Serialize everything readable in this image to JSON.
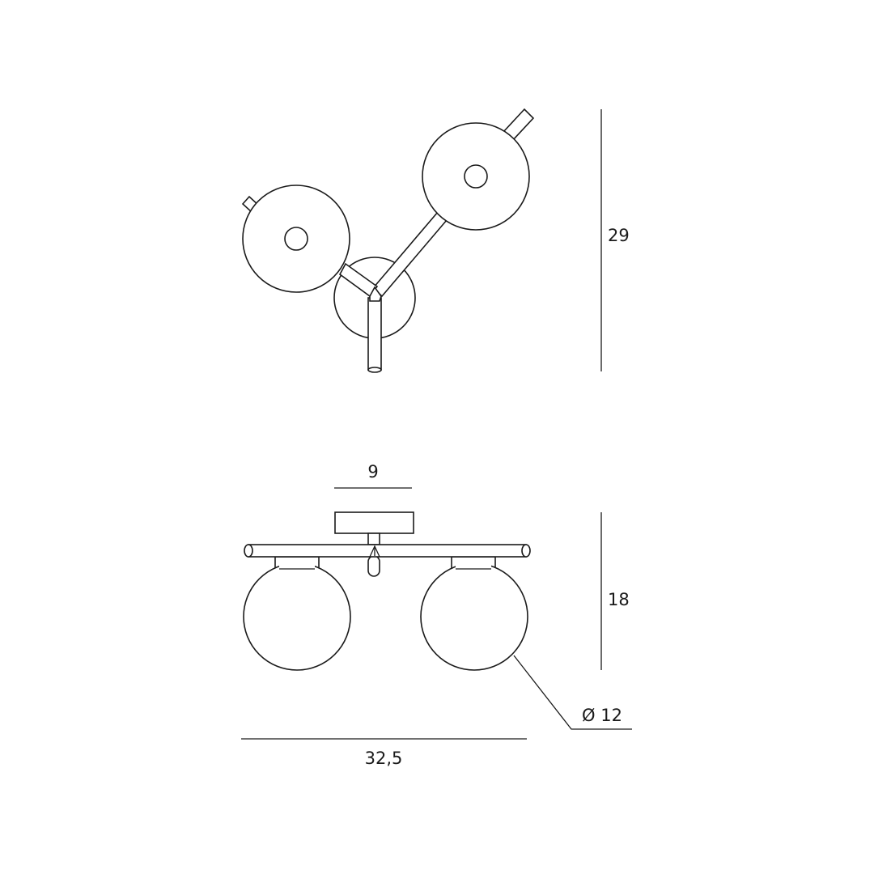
{
  "dimensions": {
    "top_height": "29",
    "mount_width": "9",
    "side_height": "18",
    "globe_diameter": "Ø 12",
    "total_width": "32,5"
  },
  "colors": {
    "line": "#1a1a1a",
    "background": "#ffffff"
  }
}
